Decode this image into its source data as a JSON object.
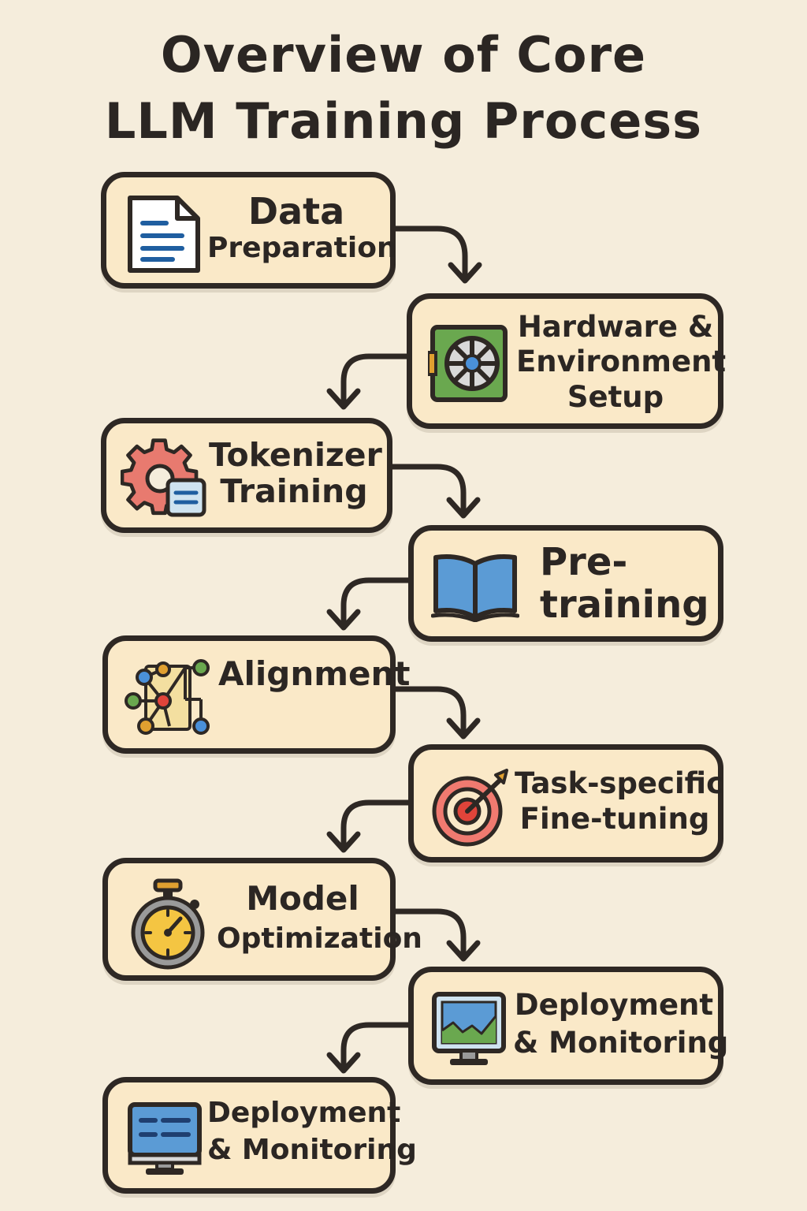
{
  "title": {
    "line1": "Overview of Core",
    "line2": "LLM Training Process"
  },
  "steps": [
    {
      "icon": "document-icon",
      "lines": [
        "Data",
        "Preparation"
      ]
    },
    {
      "icon": "hardware-fan-icon",
      "lines": [
        "Hardware &",
        "Environment",
        "Setup"
      ]
    },
    {
      "icon": "gear-document-icon",
      "lines": [
        "Tokenizer",
        "Training"
      ]
    },
    {
      "icon": "open-book-icon",
      "lines": [
        "Pre-",
        "training"
      ]
    },
    {
      "icon": "network-nodes-icon",
      "lines": [
        "Alignment"
      ]
    },
    {
      "icon": "target-icon",
      "lines": [
        "Task-specific",
        "Fine-tuning"
      ]
    },
    {
      "icon": "stopwatch-icon",
      "lines": [
        "Model",
        "Optimization"
      ]
    },
    {
      "icon": "monitor-chart-icon",
      "lines": [
        "Deployment",
        "& Monitoring"
      ]
    },
    {
      "icon": "desktop-monitor-icon",
      "lines": [
        "Deployment",
        "& Monitoring"
      ]
    }
  ],
  "colors": {
    "background": "#f5eddc",
    "box_fill": "#fae9c8",
    "outline": "#2e2824"
  }
}
